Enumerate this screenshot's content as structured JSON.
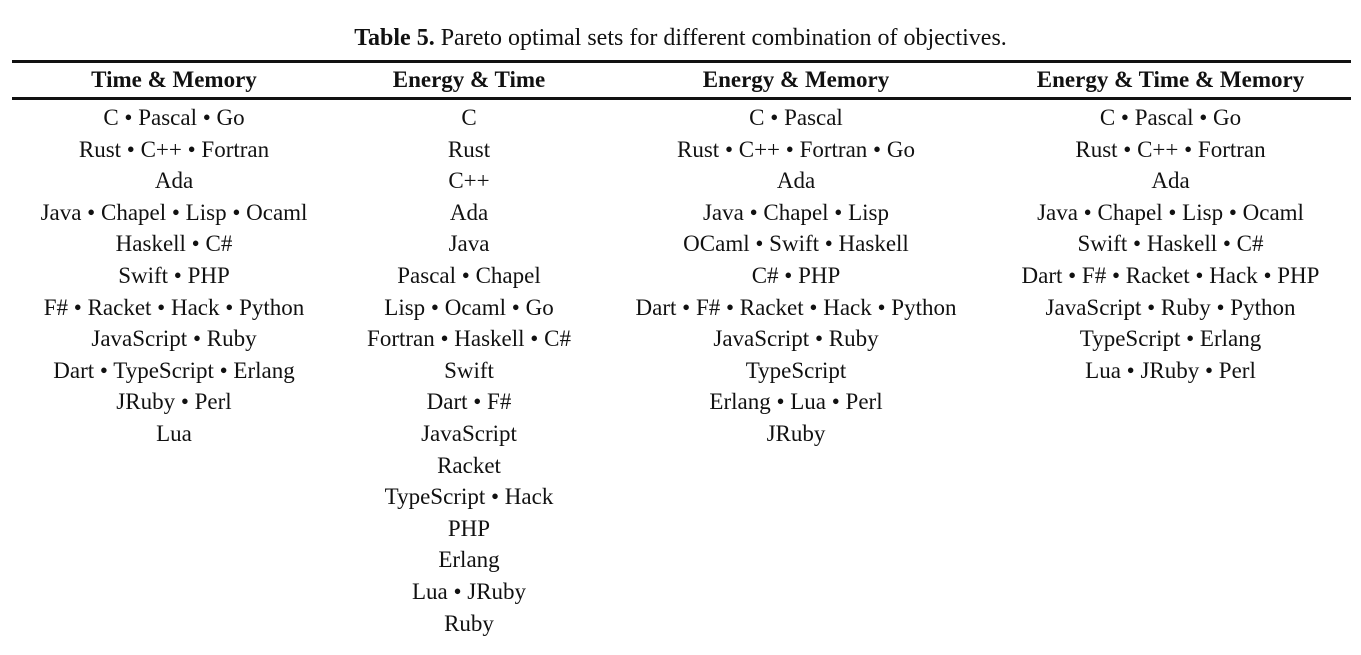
{
  "caption": {
    "label": "Table 5.",
    "text": "Pareto optimal sets for different combination of objectives."
  },
  "table": {
    "headers": [
      "Time & Memory",
      "Energy & Time",
      "Energy & Memory",
      "Energy & Time & Memory"
    ],
    "columns": [
      [
        "C • Pascal • Go",
        "Rust • C++ • Fortran",
        "Ada",
        "Java • Chapel • Lisp • Ocaml",
        "Haskell • C#",
        "Swift • PHP",
        "F# • Racket • Hack • Python",
        "JavaScript • Ruby",
        "Dart • TypeScript • Erlang",
        "JRuby • Perl",
        "Lua"
      ],
      [
        "C",
        "Rust",
        "C++",
        "Ada",
        "Java",
        "Pascal • Chapel",
        "Lisp • Ocaml • Go",
        "Fortran • Haskell • C#",
        "Swift",
        "Dart • F#",
        "JavaScript",
        "Racket",
        "TypeScript • Hack",
        "PHP",
        "Erlang",
        "Lua • JRuby",
        "Ruby"
      ],
      [
        "C • Pascal",
        "Rust • C++ • Fortran • Go",
        "Ada",
        "Java • Chapel • Lisp",
        "OCaml • Swift • Haskell",
        "C# • PHP",
        "Dart • F# • Racket • Hack • Python",
        "JavaScript • Ruby",
        "TypeScript",
        "Erlang • Lua • Perl",
        "JRuby"
      ],
      [
        "C • Pascal • Go",
        "Rust • C++ • Fortran",
        "Ada",
        "Java • Chapel • Lisp • Ocaml",
        "Swift • Haskell • C#",
        "Dart • F# • Racket • Hack • PHP",
        "JavaScript • Ruby • Python",
        "TypeScript • Erlang",
        "Lua • JRuby • Perl"
      ]
    ]
  }
}
